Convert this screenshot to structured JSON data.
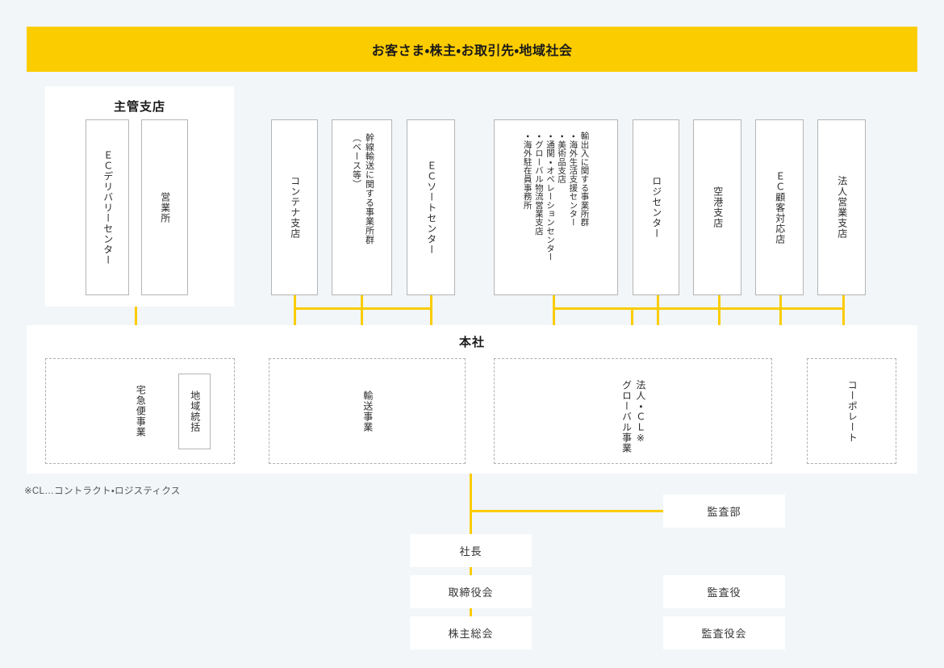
{
  "banner": {
    "label": "お客さま・株主・お取引先・地域社会"
  },
  "branch_group": {
    "title": "主管支店",
    "boxes": [
      {
        "label": "ＥＣデリバリーセンター"
      },
      {
        "label": "営業所"
      }
    ]
  },
  "transport_group": {
    "boxes": [
      {
        "label": "コンテナ支店"
      },
      {
        "label_main": "幹線輸送に関する事業所群",
        "label_sub": "（ベース等）"
      },
      {
        "label": "ＥＣソートセンター"
      }
    ]
  },
  "global_group": {
    "boxes": [
      {
        "label_main": "輸出入に関する事業所群",
        "items": [
          "・海外生活支援センター",
          "・美術品支店",
          "・通関・オペレーションセンター",
          "・グローバル物流営業支店",
          "・海外駐在員事務所"
        ]
      },
      {
        "label": "ロジセンター"
      },
      {
        "label": "空港支店"
      },
      {
        "label": "ＥＣ顧客対応店"
      },
      {
        "label": "法人営業支店"
      }
    ]
  },
  "headquarters": {
    "title": "本社",
    "divisions": [
      {
        "label": "宅急便事業",
        "inner_box": "地域統括"
      },
      {
        "label": "輸送事業"
      },
      {
        "label_right": "法人・ＣＬ※",
        "label_left": "グローバル事業"
      },
      {
        "label": "コーポレート"
      }
    ]
  },
  "footnote": {
    "text": "※CL…コントラクト・ロジスティクス"
  },
  "governance": {
    "left_column": [
      {
        "label": "社長"
      },
      {
        "label": "取締役会"
      },
      {
        "label": "株主総会"
      }
    ],
    "right_column": [
      {
        "label": "監査部"
      },
      {
        "label": "監査役"
      },
      {
        "label": "監査役会"
      }
    ]
  },
  "colors": {
    "accent": "#fbcc00",
    "background": "#f2f6f9",
    "card": "#ffffff",
    "border": "#b5b5b5",
    "dashed_border": "#b0b0b0"
  }
}
